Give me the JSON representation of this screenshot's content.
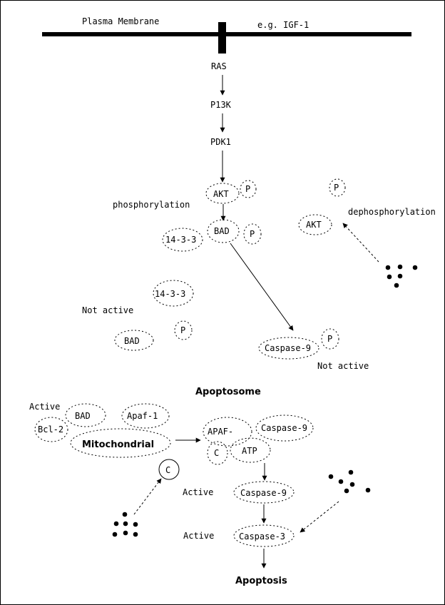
{
  "labels": {
    "plasma_membrane": "Plasma Membrane",
    "igf": "e.g. IGF-1",
    "ras": "RAS",
    "p13k": "P13K",
    "pdk1": "PDK1",
    "akt_top": "AKT",
    "p_akt": "P",
    "phosphorylation": "phosphorylation",
    "p_free": "P",
    "dephosphorylation": "dephosphorylation",
    "akt_right": "AKT",
    "bad_top": "BAD",
    "p_bad": "P",
    "fourteen_a": "14-3-3",
    "fourteen_b": "14-3-3",
    "not_active_left": "Not active",
    "p_mid": "P",
    "bad_mid": "BAD",
    "caspase9_top": "Caspase-9",
    "p_casp": "P",
    "not_active_right": "Not active",
    "apoptosome": "Apoptosome",
    "active_top": "Active",
    "bad_bottom": "BAD",
    "apaf1": "Apaf-1",
    "bcl2": "Bcl-2",
    "mitochondrial": "Mitochondrial",
    "apaf_dash": "APAF-",
    "caspase9_complex": "Caspase-9",
    "c_complex": "C",
    "atp": "ATP",
    "c_circle": "C",
    "active_mid": "Active",
    "caspase9_active": "Caspase-9",
    "active_low": "Active",
    "caspase3": "Caspase-3",
    "apoptosis": "Apoptosis"
  }
}
